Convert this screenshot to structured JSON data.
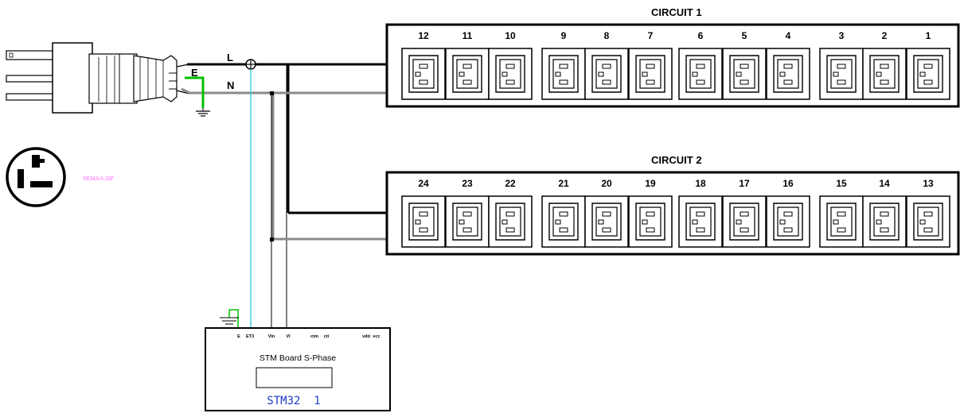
{
  "circuit1": {
    "title": "CIRCUIT 1",
    "outlets": [
      "12",
      "11",
      "10",
      "9",
      "8",
      "7",
      "6",
      "5",
      "4",
      "3",
      "2",
      "1"
    ]
  },
  "circuit2": {
    "title": "CIRCUIT 2",
    "outlets": [
      "24",
      "23",
      "22",
      "21",
      "20",
      "19",
      "18",
      "17",
      "16",
      "15",
      "14",
      "13"
    ]
  },
  "plug": {
    "line_label": "L",
    "neutral_label": "N",
    "earth_label": "E",
    "nema_label": "NEMA 6-20P"
  },
  "stm_board": {
    "title": "STM Board S-Phase",
    "chip_label": "STM32  1",
    "pin_labels": [
      "E",
      "ET3",
      "VIn",
      "VI",
      "ctm",
      "cti",
      "vdd",
      "vcc"
    ]
  },
  "colors": {
    "line": "#000000",
    "neutral": "#808080",
    "earth": "#00c000",
    "sense": "#40d0d8",
    "nema_label": "#ff60ff",
    "chip_label": "#1a3cc8"
  }
}
